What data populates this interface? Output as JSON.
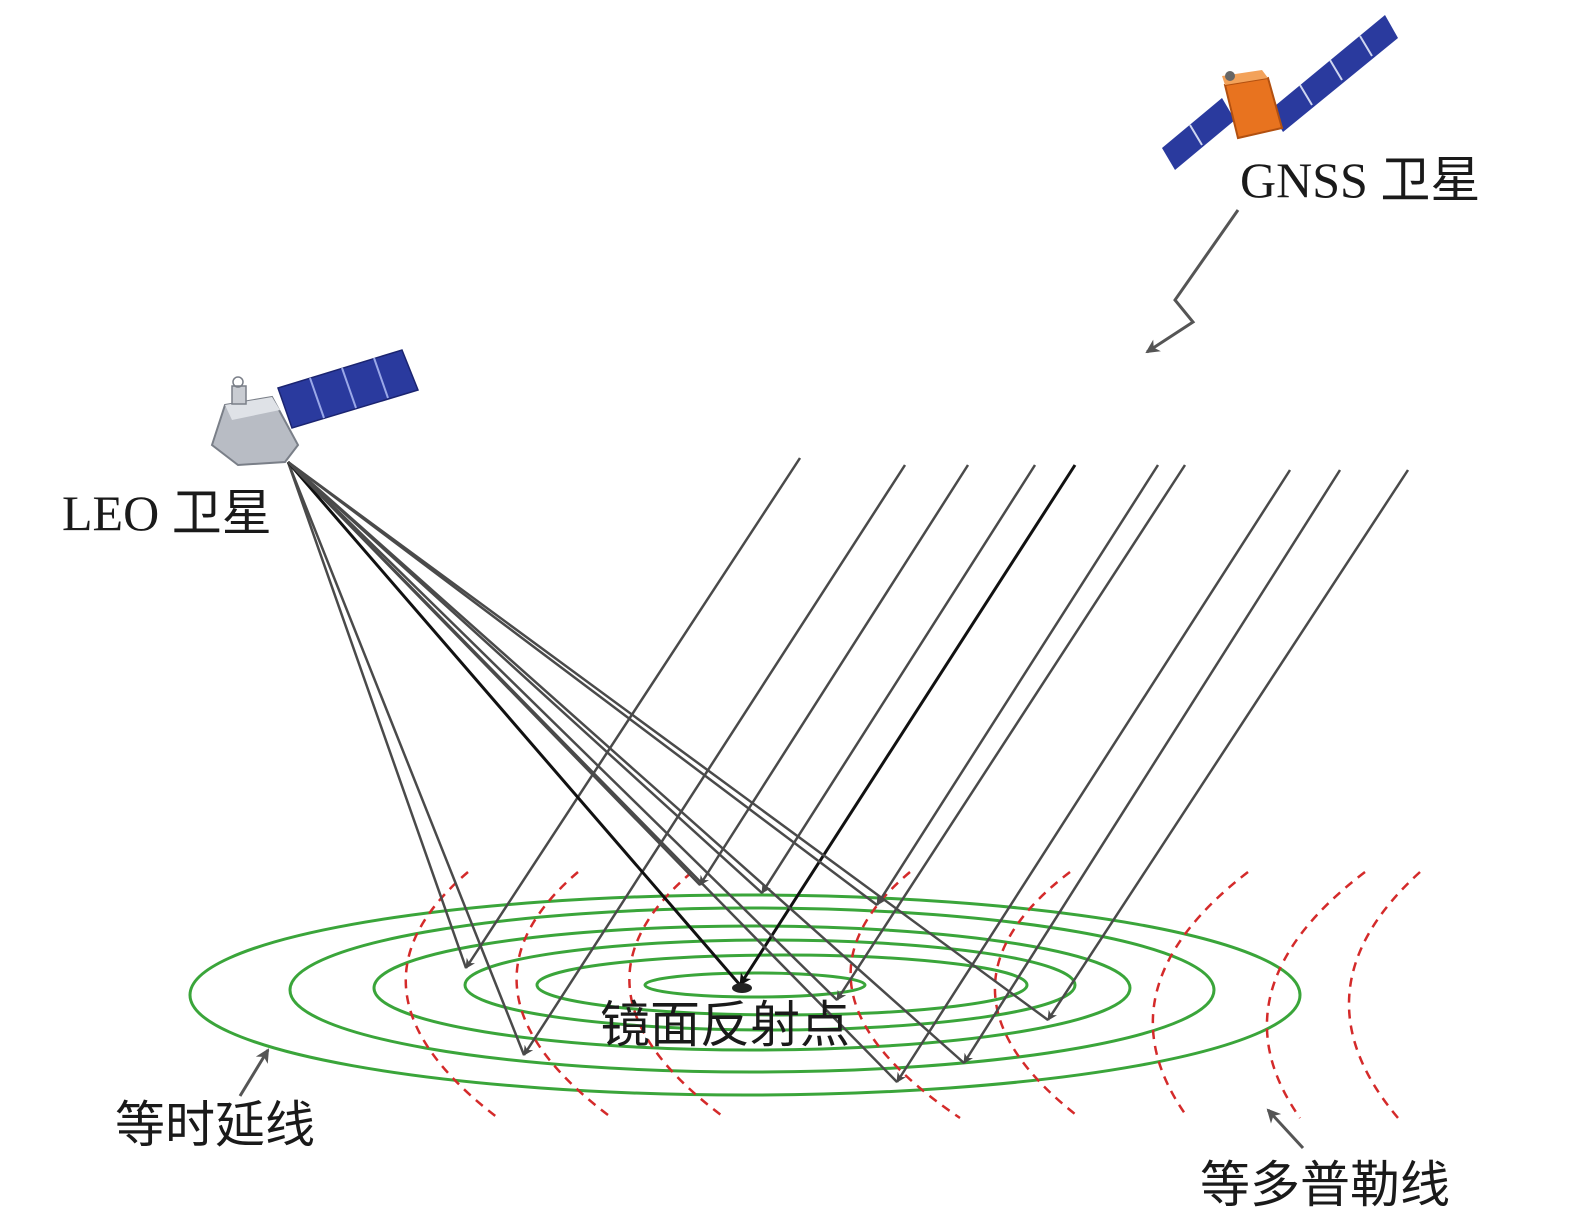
{
  "labels": {
    "gnss_satellite": "GNSS 卫星",
    "leo_satellite": "LEO 卫星",
    "specular_point": "镜面反射点",
    "iso_delay_lines": "等时延线",
    "iso_doppler_lines": "等多普勒线"
  },
  "colors": {
    "iso_delay": "#3aa53a",
    "iso_doppler": "#d42a2a",
    "rays": "#4a4a4a",
    "ray_center": "#111111",
    "pointer_arrows": "#555555",
    "gnss_body": "#e8731f",
    "solar_panel": "#2a3a9e",
    "leo_body": "#b8bcc4"
  },
  "icons": {
    "gnss": "satellite-icon",
    "leo": "satellite-icon",
    "signal": "lightning-signal-icon"
  }
}
